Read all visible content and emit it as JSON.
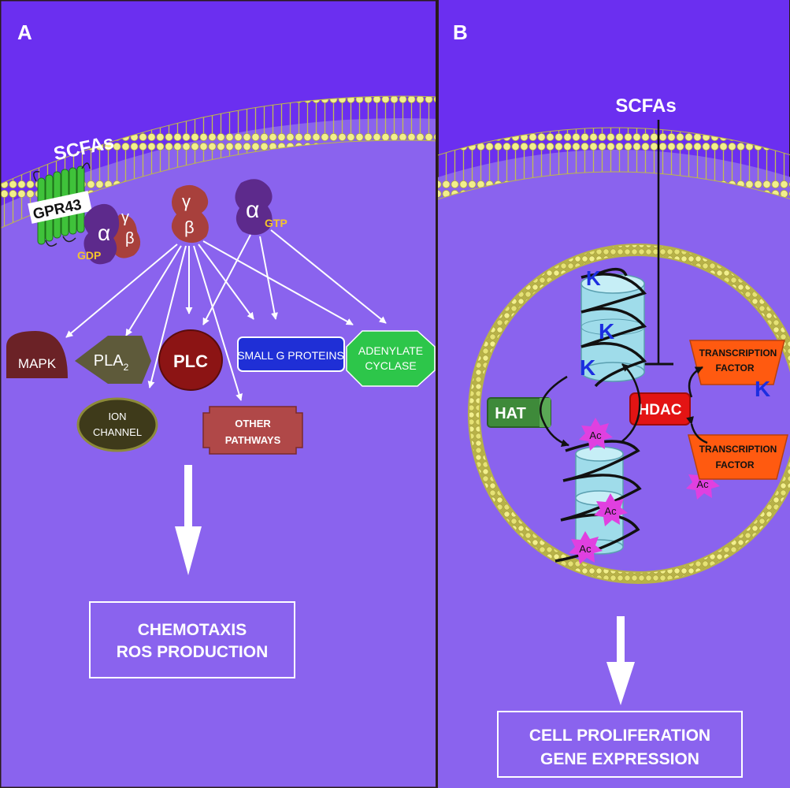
{
  "panel_a": {
    "letter": "A",
    "ligand": "SCFAs",
    "receptor": "GPR43",
    "g_alpha": "α",
    "g_gamma": "γ",
    "g_beta": "β",
    "gdp": "GDP",
    "gtp": "GTP",
    "effectors": {
      "mapk": "MAPK",
      "pla": "PLA",
      "pla_sub": "2",
      "plc": "PLC",
      "small_g": "SMALL G PROTEINS",
      "adenylate_1": "ADENYLATE",
      "adenylate_2": "CYCLASE",
      "ion_1": "ION",
      "ion_2": "CHANNEL",
      "other_1": "OTHER",
      "other_2": "PATHWAYS"
    },
    "outcome_1": "CHEMOTAXIS",
    "outcome_2": "ROS PRODUCTION"
  },
  "panel_b": {
    "letter": "B",
    "ligand": "SCFAs",
    "lysine": "K",
    "acetyl": "Ac",
    "hat": "HAT",
    "hdac": "HDAC",
    "tf_1": "TRANSCRIPTION",
    "tf_2": "FACTOR",
    "outcome_1": "CELL PROLIFERATION",
    "outcome_2": "GENE EXPRESSION"
  },
  "colors": {
    "background_purple": "#6b2ff0",
    "cytoplasm_purple": "#8a63ee",
    "membrane_yellow": "#e4e07a",
    "receptor_green": "#3fc23a",
    "g_beta_red": "#a8403c",
    "g_alpha_purple": "#5d2a8c",
    "mapk_brown": "#6b2226",
    "pla_olive": "#5e5a3a",
    "plc_red": "#8c1414",
    "small_g_blue": "#1f2fd6",
    "adenylate_green": "#2dc64a",
    "other_pathways_red": "#b04848",
    "hat_green": "#3e8a3a",
    "hdac_red": "#e31414",
    "tf_orange": "#ff5a10",
    "histone_cyan": "#9fdcea",
    "acetyl_magenta": "#e040e0",
    "lysine_blue": "#1c2ee0"
  }
}
